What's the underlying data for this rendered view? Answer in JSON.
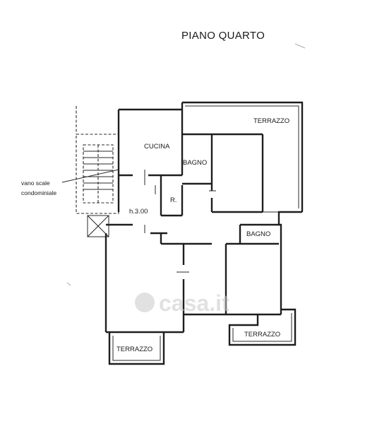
{
  "plan": {
    "title": "PIANO QUARTO",
    "rooms": {
      "cucina": "CUCINA",
      "bagno_top": "BAGNO",
      "ripostiglio": "R.",
      "bagno_right": "BAGNO",
      "terrazzo_top": "TERRAZZO",
      "terrazzo_bottom_right": "TERRAZZO",
      "terrazzo_bottom_left": "TERRAZZO"
    },
    "height_note": "h.3.00",
    "stair_note_line1": "vano scale",
    "stair_note_line2": "condominiale",
    "watermark": "casa.it"
  }
}
